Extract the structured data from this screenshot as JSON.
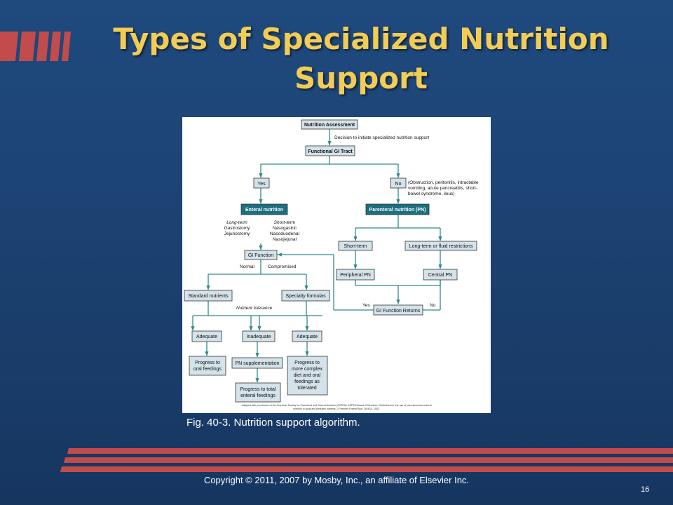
{
  "slide": {
    "title_line1": "Types of Specialized Nutrition",
    "title_line2": "Support",
    "caption": "Fig. 40-3. Nutrition support algorithm.",
    "copyright": "Copyright © 2011, 2007 by Mosby, Inc., an affiliate of Elsevier Inc.",
    "page_number": "16"
  },
  "flowchart": {
    "nutrition_assessment": "Nutrition Assessment",
    "decision_note": "Decision to initiate specialized nutrition support",
    "functional_gi_tract": "Functional GI Tract",
    "yes": "Yes",
    "no": "No",
    "no_note": [
      "(Obstruction, peritonitis, intractable",
      "vomiting, acute pancreatitis, short-",
      "bowel syndrome, ileus)"
    ],
    "enteral_nutrition": "Enteral nutrition",
    "parenteral_nutrition": "Parenteral nutrition (PN)",
    "long_term_heading": "Long-term",
    "long_term_items": [
      "Gastrostomy",
      "Jejunostomy"
    ],
    "short_term_heading": "Short-term",
    "short_term_items": [
      "Nasogastric",
      "Nasoduodenal",
      "Nasojejunal"
    ],
    "pn_short_term": "Short-term",
    "pn_long_term": "Long-term or fluid restrictions",
    "peripheral_pn": "Peripheral PN",
    "central_pn": "Central PN",
    "gi_function": "GI Function",
    "normal": "Normal",
    "compromised": "Compromised",
    "standard_nutrients": "Standard nutrients",
    "specialty_formulas": "Specialty formulas",
    "nutrient_tolerance": "Nutrient tolerance",
    "return_yes": "Yes",
    "return_no": "No",
    "gi_function_returns": "GI Function Returns",
    "adequate_left": "Adequate",
    "inadequate": "Inadequate",
    "adequate_right": "Adequate",
    "progress_oral": [
      "Progress to",
      "oral feedings"
    ],
    "pn_supplementation": "PN supplementation",
    "progress_complex": [
      "Progress to",
      "more complex",
      "diet and oral",
      "feedings as",
      "tolerated"
    ],
    "progress_total": [
      "Progress to total",
      "enteral feedings"
    ],
    "source_note": [
      "Adapted with permission of the American Society for Parenteral and Enteral Nutrition (ASPEN). ASPEN Board of Directors: Guidelines for the use of parenteral and enteral",
      "nutrition in adult and pediatric patients, J Parenter Enteral Nutr. 26:9SA, 2002."
    ]
  }
}
